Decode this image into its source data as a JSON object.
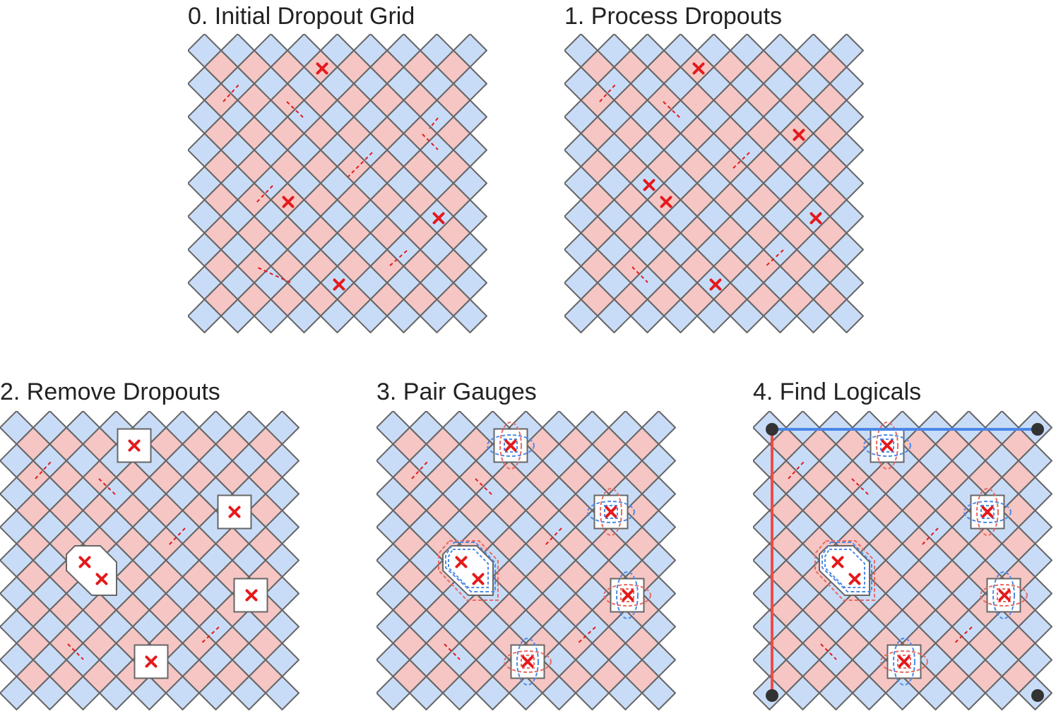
{
  "titles": {
    "p0": "0. Initial Dropout Grid",
    "p1": "1. Process Dropouts",
    "p2": "2. Remove Dropouts",
    "p3": "3. Pair Gauges",
    "p4": "4. Find Logicals"
  },
  "colors": {
    "x_stabilizer_fill": "#c9dcf7",
    "z_stabilizer_fill": "#f5c6c4",
    "grid_stroke": "#666666",
    "dropout_marker": "#e41a1c",
    "broken_link": "#e41a1c",
    "gauge_blue": "#4f8ae6",
    "gauge_red": "#e86a64",
    "logical_blue": "#4a86e8",
    "logical_red": "#ef4b43",
    "corner_dot": "#333333"
  }
}
